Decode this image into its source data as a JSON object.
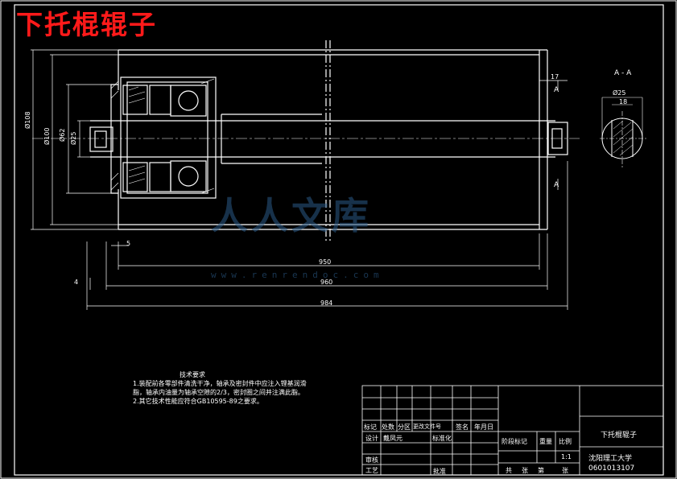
{
  "title": "下托棍辊子",
  "watermark": {
    "text": "人人文库",
    "url": "www.renrendoc.com"
  },
  "section": {
    "label": "A - A",
    "dim_diameter": "Ø25",
    "dim_flat": "18",
    "cut_letter": "A",
    "offset": "17"
  },
  "dimensions": {
    "d108": "Ø108",
    "d100": "Ø100",
    "d62": "Ø62",
    "d25": "Ø25",
    "l5": "5",
    "l4": "4",
    "l950": "950",
    "l960": "960",
    "l984": "984"
  },
  "notes": {
    "title": "技术要求",
    "line1": "1.装配前各零部件清洗干净，轴承及密封件中应注入锂基润滑",
    "line2": "   脂，轴承内油量为轴承空隙的2/3，密封圈之间并注满此脂。",
    "line3": "2.其它技术性能应符合GB10595-89之要求。"
  },
  "title_block": {
    "part_name": "下托棍辊子",
    "school": "沈阳理工大学",
    "drawing_no": "0601013107",
    "scale": "1:1",
    "headers": [
      "标记",
      "处数",
      "分区",
      "更改文件号",
      "签名",
      "年月日"
    ],
    "design_label": "设计",
    "designer": "戴凤元",
    "standard_label": "标准化",
    "stage_label": "阶段标记",
    "weight_label": "重量",
    "ratio_label": "比例",
    "review_label": "审核",
    "process_label": "工艺",
    "approve_label": "批准",
    "sheets_total": "共",
    "sheets_label": "张",
    "sheet_no": "第",
    "sheet_label": "张"
  }
}
